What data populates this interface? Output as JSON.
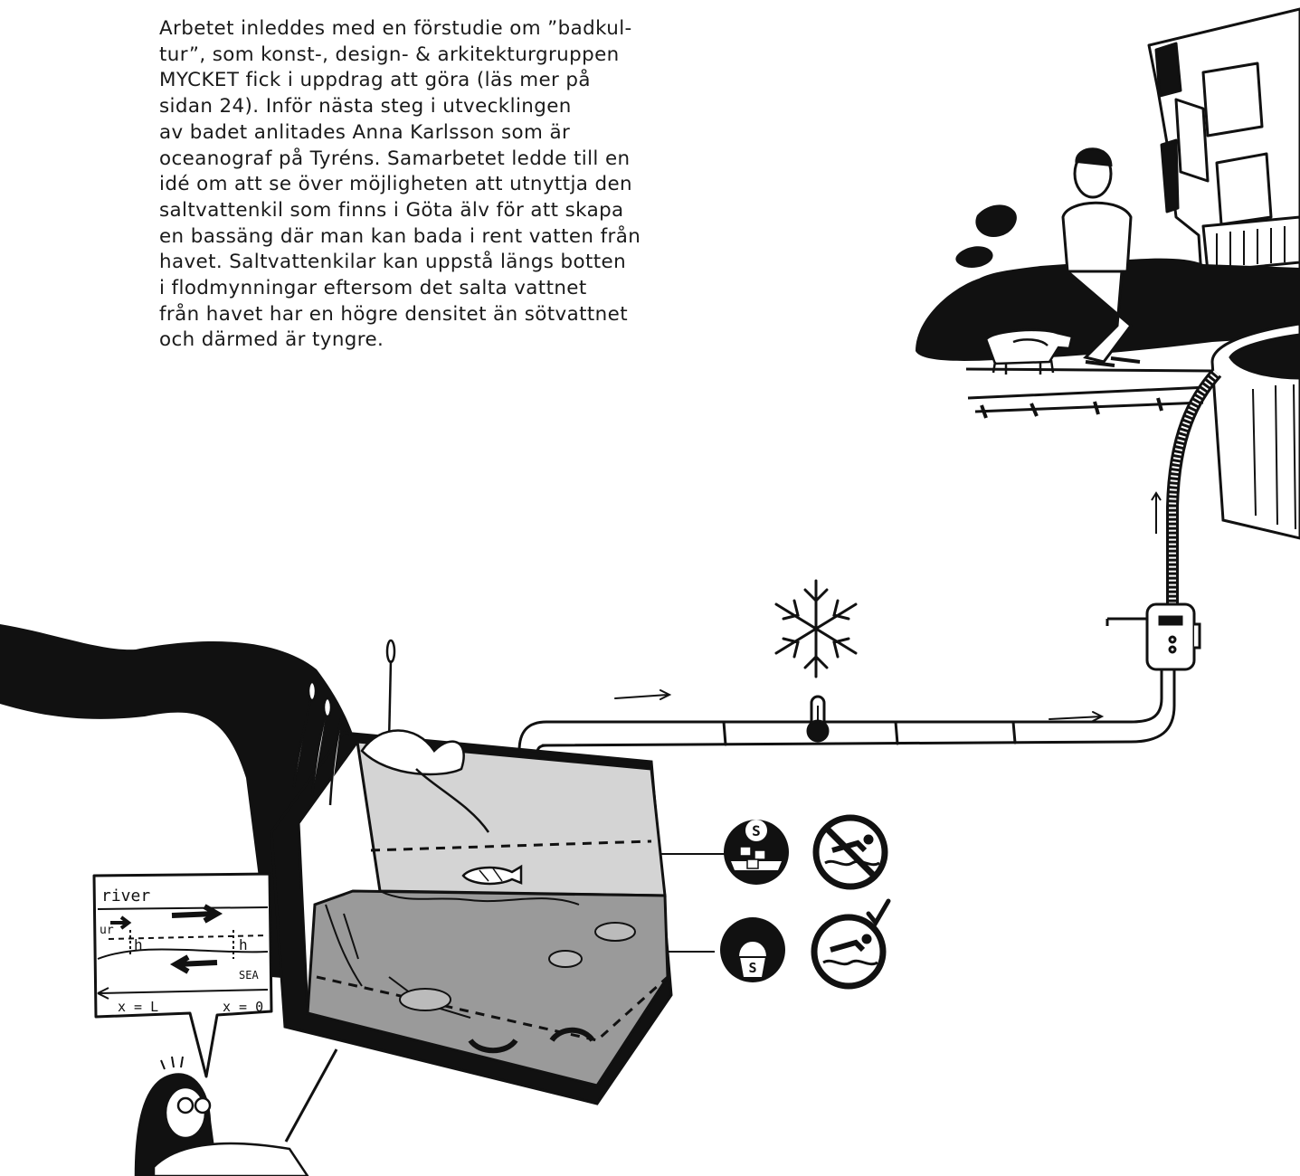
{
  "article": {
    "lines": [
      "Arbetet inleddes med en förstudie om ”badkul-",
      "tur”, som konst-, design- & arkitekturgruppen",
      "MYCKET fick i uppdrag att göra (läs mer på",
      "sidan 24). Inför nästa steg i utvecklingen",
      "av badet anlitades Anna Karlsson som är",
      "oceanograf på Tyréns. Samarbetet ledde till en",
      "idé om att se över möjligheten att utnyttja den",
      "saltvattenkil som finns i Göta älv för att skapa",
      "en bassäng där man kan bada i rent vatten från",
      "havet. Saltvattenkilar kan uppstå längs botten",
      "i flodmynningar eftersom det salta vattnet",
      "från havet har en högre densitet än sötvattnet",
      "och därmed är tyngre."
    ]
  },
  "diagram_sketch": {
    "river_label": "river",
    "ur_label": "ur",
    "h_left": "h",
    "h_right": "h",
    "sea_label": "SEA",
    "x_left": "x = L",
    "x_right": "x = 0"
  },
  "icons": {
    "salt_letter_top": "S",
    "salt_letter_bottom": "S"
  }
}
